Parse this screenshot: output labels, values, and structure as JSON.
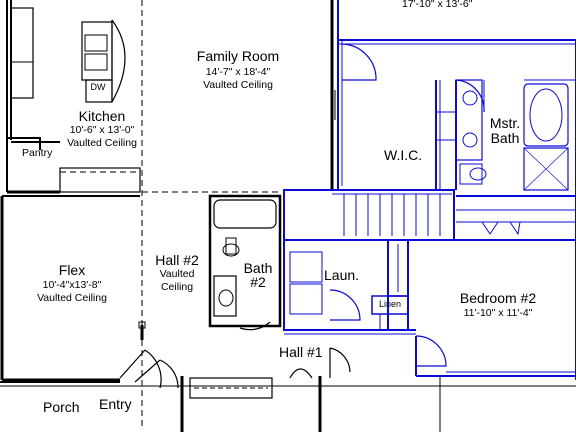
{
  "colors": {
    "wall": "#000000",
    "highlight": "#0a0ad6",
    "line": "#444444"
  },
  "rooms": {
    "top_right": {
      "dims": "17'-10\" x 13'-6\""
    },
    "family_room": {
      "name": "Family Room",
      "dims": "14'-7\" x 18'-4\"",
      "note": "Vaulted Ceiling"
    },
    "kitchen": {
      "name": "Kitchen",
      "dims": "10'-6\" x 13'-0\"",
      "note": "Vaulted Ceiling",
      "dw": "DW"
    },
    "pantry": {
      "name": "Pantry"
    },
    "wic": {
      "name": "W.I.C."
    },
    "mstr_bath": {
      "name_line1": "Mstr.",
      "name_line2": "Bath"
    },
    "flex": {
      "name": "Flex",
      "dims": "10'-4\"x13'-8\"",
      "note": "Vaulted Ceiling"
    },
    "hall2": {
      "name": "Hall #2",
      "note_line1": "Vaulted",
      "note_line2": "Ceiling"
    },
    "bath2": {
      "name_line1": "Bath",
      "name_line2": "#2"
    },
    "laundry": {
      "name": "Laun."
    },
    "linen": {
      "name": "Linen"
    },
    "bedroom2": {
      "name": "Bedroom #2",
      "dims": "11'-10\" x 11'-4\""
    },
    "hall1": {
      "name": "Hall #1"
    },
    "porch": {
      "name": "Porch"
    },
    "entry": {
      "name": "Entry"
    }
  }
}
